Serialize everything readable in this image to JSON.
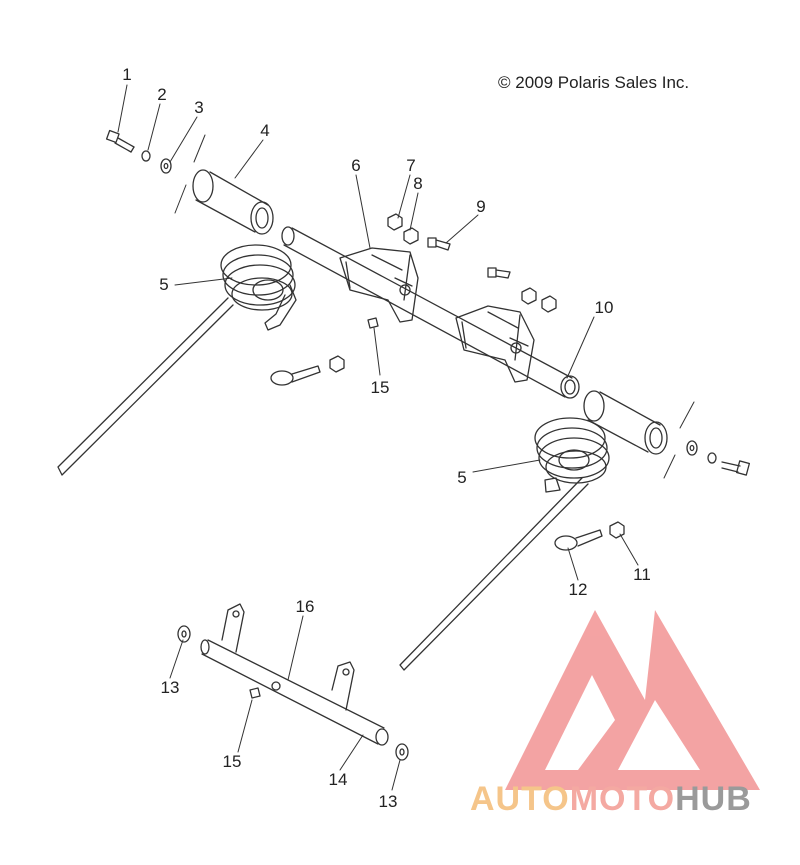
{
  "copyright": "© 2009 Polaris Sales Inc.",
  "callouts": [
    "1",
    "2",
    "3",
    "4",
    "5",
    "6",
    "7",
    "8",
    "9",
    "10",
    "15",
    "5",
    "12",
    "11",
    "16",
    "13",
    "15",
    "14",
    "13"
  ],
  "brand": {
    "part1": "AUTO",
    "part2": "MOTO",
    "part3": "HUB",
    "colors": {
      "auto": "#f5c58a",
      "moto": "#f4a9a2",
      "hub": "#9a9a9a",
      "logo": "#f28b8b"
    }
  },
  "icons": [
    "brand-logo-icon"
  ]
}
